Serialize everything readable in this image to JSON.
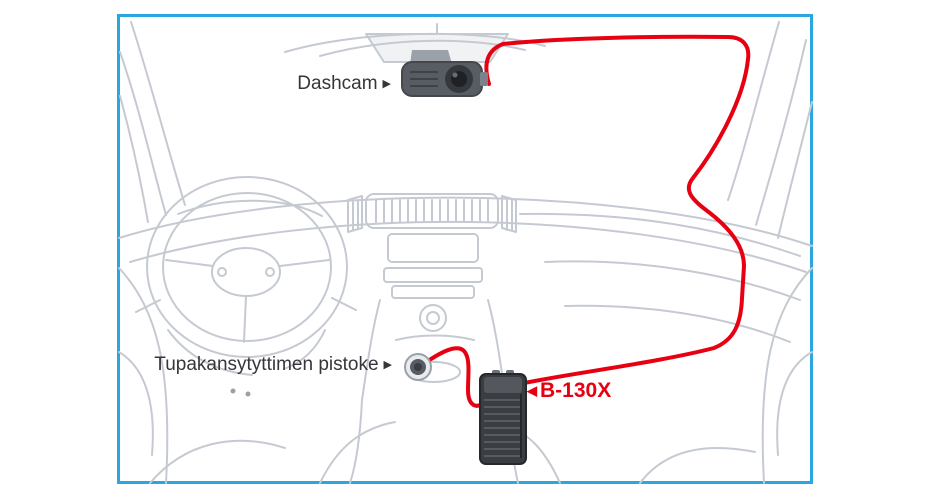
{
  "labels": {
    "dashcam": {
      "text": "Dashcam",
      "pointer": "▶"
    },
    "socket": {
      "text": "Tupakansytyttimen pistoke",
      "pointer": "▶"
    },
    "battery": {
      "pointer": "◀",
      "text": "B-130X"
    }
  },
  "colors": {
    "frame": "#2aa7e0",
    "cable": "#e60012",
    "battery_label": "#e60012",
    "line_art": "#c5cad2",
    "device_dark": "#585c63"
  },
  "icons": {
    "dashcam": "dashcam-device-icon",
    "socket": "cigarette-lighter-socket-icon",
    "battery": "b-130x-battery-pack-icon"
  }
}
